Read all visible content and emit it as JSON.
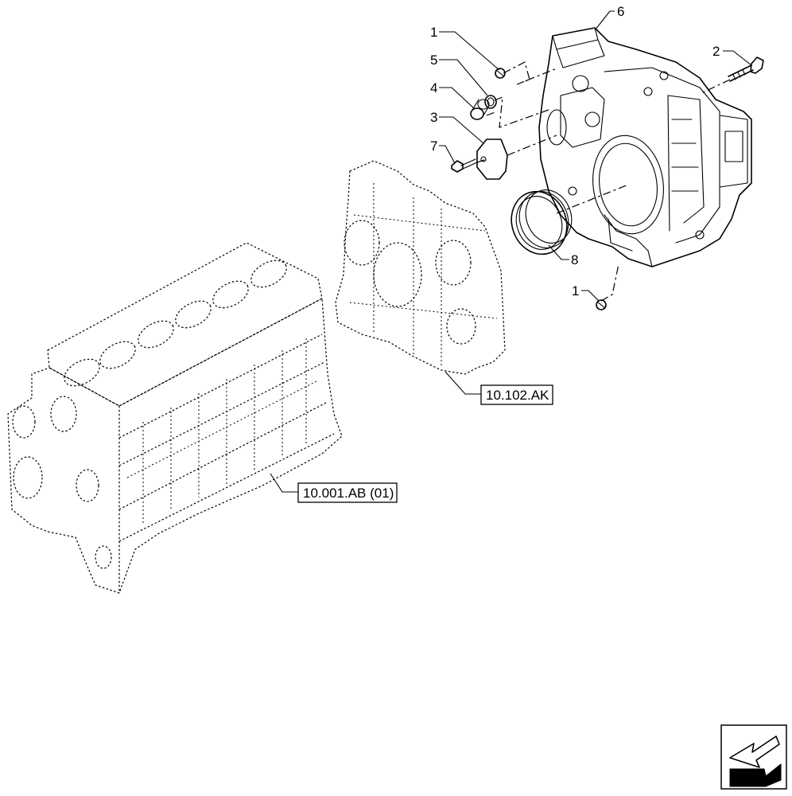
{
  "callouts": {
    "c1_top": "1",
    "c2": "2",
    "c3": "3",
    "c4": "4",
    "c5": "5",
    "c6": "6",
    "c7": "7",
    "c8": "8",
    "c1_bottom": "1"
  },
  "references": {
    "front_cover_ref": "10.102.AK",
    "block_ref": "10.001.AB (01)"
  },
  "navigation": {
    "icon": "previous-page-arrow-icon"
  }
}
